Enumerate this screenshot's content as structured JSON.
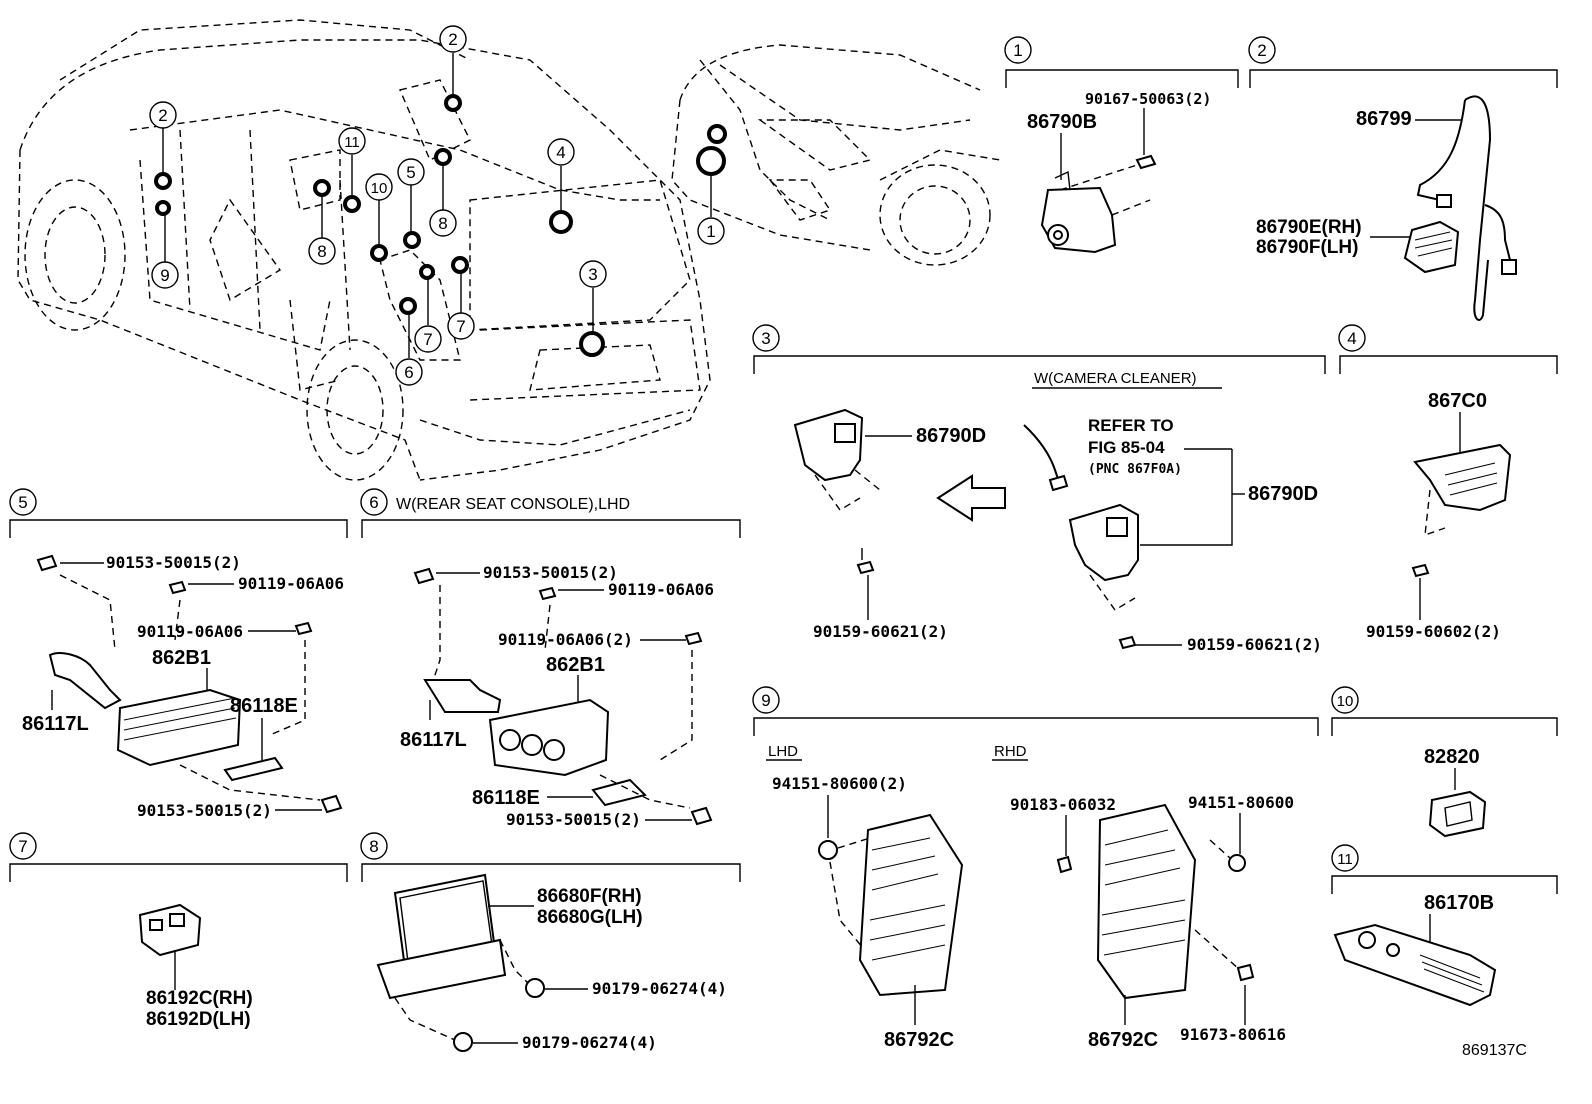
{
  "diagram": {
    "section_labels": [
      "1",
      "2",
      "3",
      "4",
      "5",
      "6",
      "7",
      "8",
      "9",
      "10",
      "11"
    ],
    "section_notes": {
      "s3": "W(CAMERA CLEANER)",
      "s6": "W(REAR SEAT CONSOLE),LHD",
      "s9_lhd": "LHD",
      "s9_rhd": "RHD"
    },
    "vehicle_callouts": [
      "2",
      "2",
      "11",
      "10",
      "5",
      "4",
      "8",
      "8",
      "9",
      "7",
      "7",
      "3",
      "6",
      "1"
    ],
    "s1": {
      "part_a": "86790B",
      "part_b": "90167-50063(2)"
    },
    "s2": {
      "part_a": "86799",
      "part_b": "86790E(RH)",
      "part_c": "86790F(LH)"
    },
    "s3": {
      "part_a": "86790D",
      "part_b": "90159-60621(2)",
      "refer_1": "REFER TO",
      "refer_2": "FIG 85-04",
      "refer_3": "(PNC 867F0A)",
      "part_c": "86790D",
      "part_d": "90159-60621(2)"
    },
    "s4": {
      "part_a": "867C0",
      "part_b": "90159-60602(2)"
    },
    "s5": {
      "part_a": "90153-50015(2)",
      "part_b": "90119-06A06",
      "part_c": "90119-06A06",
      "part_d": "862B1",
      "part_e": "86118E",
      "part_f": "86117L",
      "part_g": "90153-50015(2)"
    },
    "s6": {
      "part_a": "90153-50015(2)",
      "part_b": "90119-06A06",
      "part_c": "90119-06A06(2)",
      "part_d": "862B1",
      "part_e": "86117L",
      "part_f": "86118E",
      "part_g": "90153-50015(2)"
    },
    "s7": {
      "part_a": "86192C(RH)",
      "part_b": "86192D(LH)"
    },
    "s8": {
      "part_a": "86680F(RH)",
      "part_b": "86680G(LH)",
      "part_c": "90179-06274(4)",
      "part_d": "90179-06274(4)"
    },
    "s9": {
      "part_a": "94151-80600(2)",
      "part_b": "86792C",
      "part_c": "90183-06032",
      "part_d": "94151-80600",
      "part_e": "86792C",
      "part_f": "91673-80616"
    },
    "s10": {
      "part_a": "82820"
    },
    "s11": {
      "part_a": "86170B"
    },
    "figure_id": "869137C"
  }
}
